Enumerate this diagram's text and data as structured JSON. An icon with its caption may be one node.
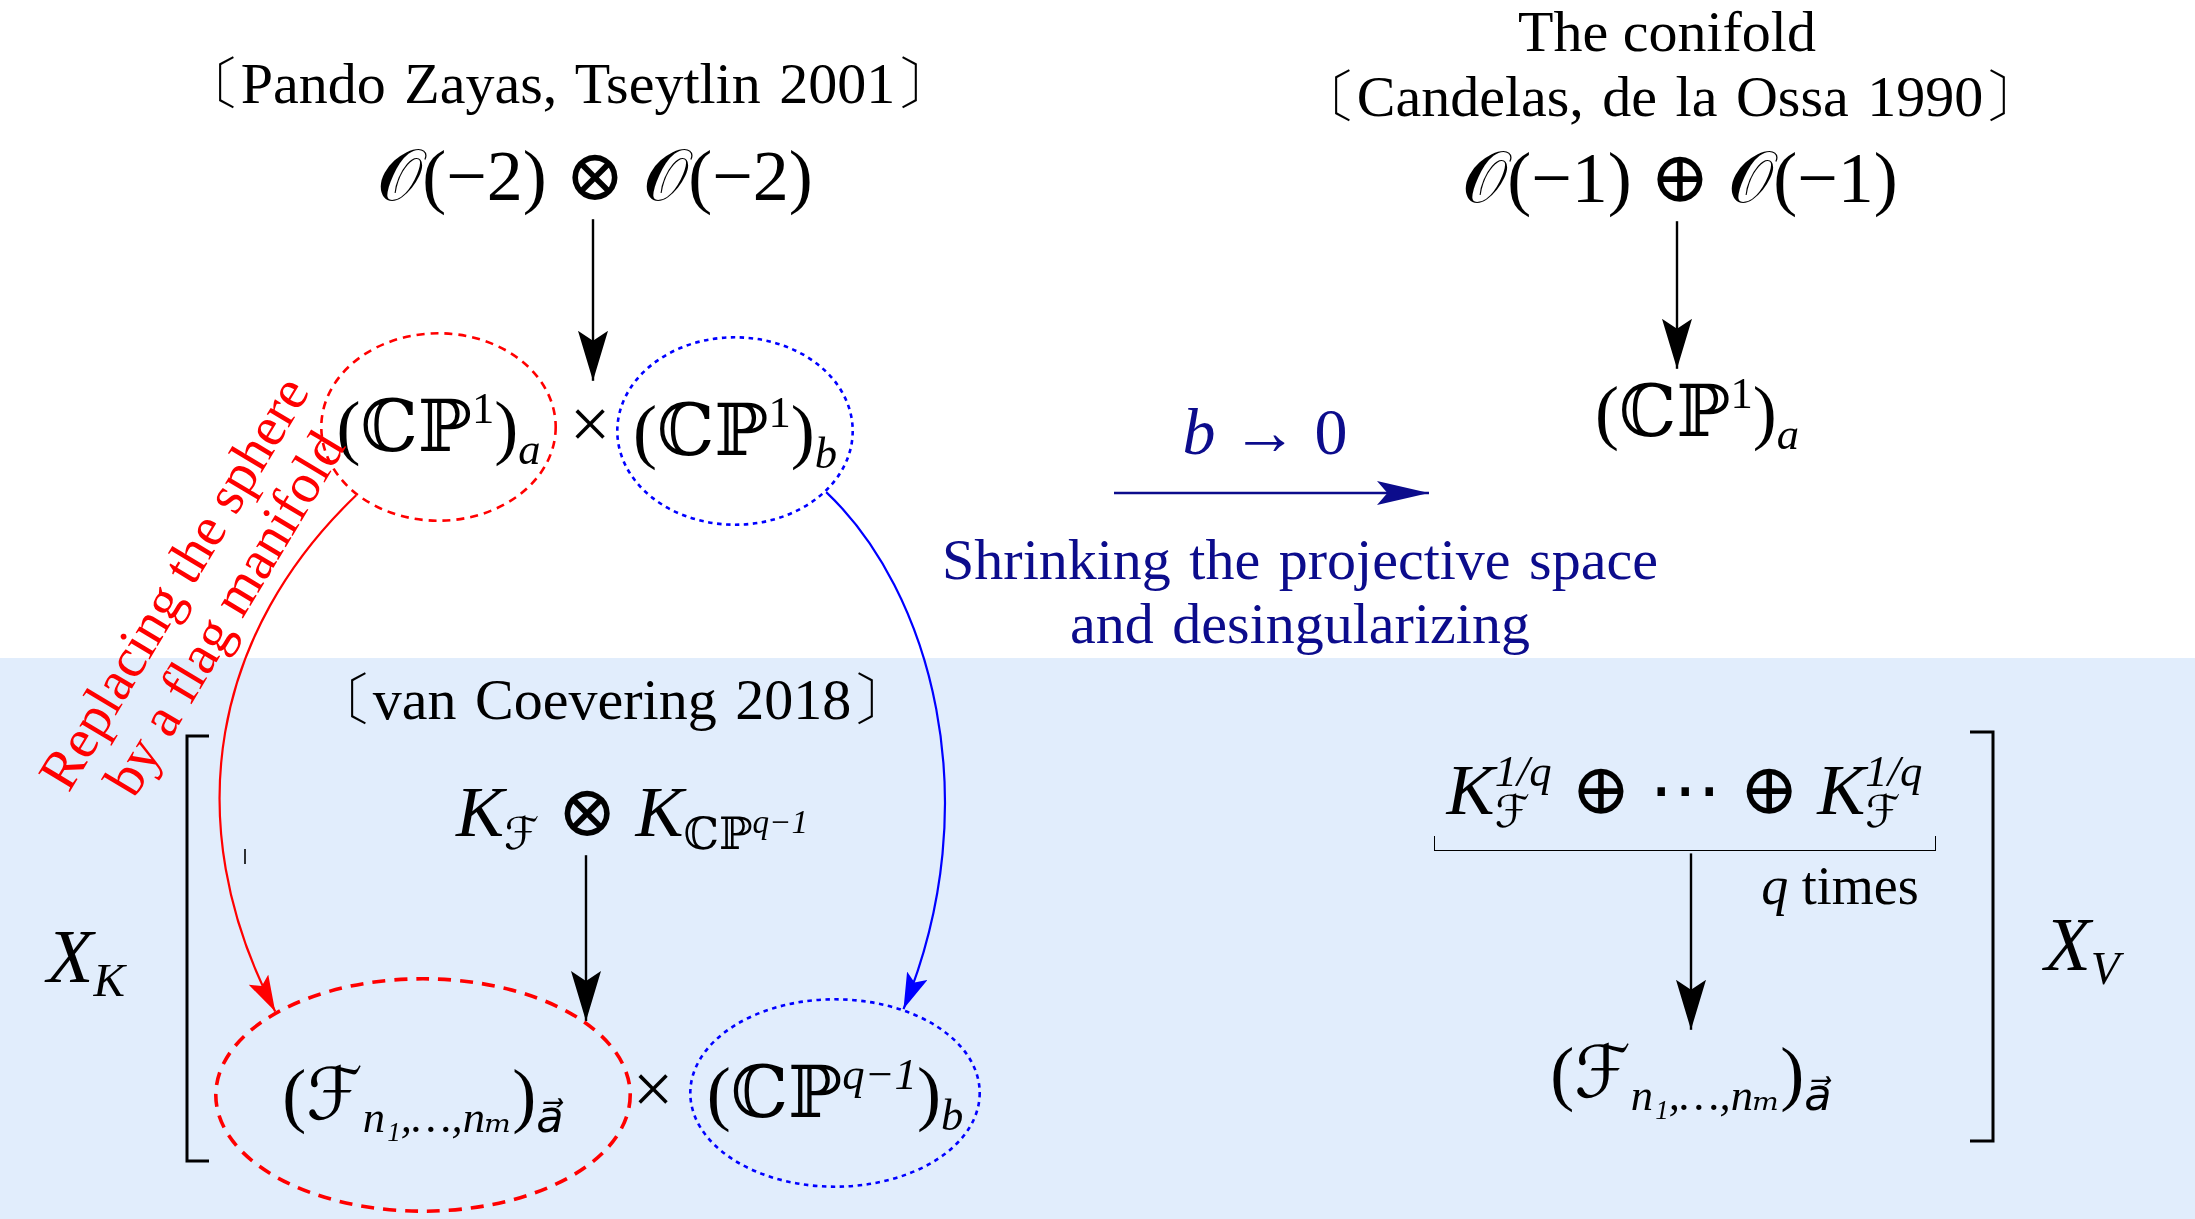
{
  "diagram": {
    "nodes": [
      {
        "text": [
          "𝒪(−2) ⊗ 𝒪(−2)"
        ]
      },
      {
        "text": [
          "(ℂℙ$^{1}$)$_{a}$"
        ]
      },
      {
        "text": [
          "×"
        ]
      },
      {
        "text": [
          "(ℂℙ$^{1}$)$_{b}$"
        ]
      },
      {
        "text": [
          "𝒪(−1) ⊕ 𝒪(−1)"
        ]
      },
      {
        "text": [
          "(ℂℙ$^{1}$)$_{a}$"
        ]
      },
      {
        "text": [],
        "shape": "band"
      },
      {
        "text": [
          "*K*$_{ℱ}$ ⊗ *K*$_{ℂℙ}$$^{q−1}$"
        ],
        "in": 6
      },
      {
        "text": [
          "(ℱ$_{n₁,…,nₘ}$)$_{a⃗}$"
        ],
        "in": 6
      },
      {
        "text": [
          "(ℂℙ$^{q−1}$)$_{b}$"
        ],
        "in": 6
      },
      {
        "text": [
          "*K*$^{1/q}$$_{ℱ}$ ⊕ ⋯ ⊕ *K*$^{1/q}$$_{ℱ}$"
        ],
        "beside": [
          "*q* times"
        ],
        "in": 6
      },
      {
        "text": [
          "(ℱ$_{n₁,…,nₘ}$)$_{a⃗}$"
        ],
        "in": 6
      }
    ],
    "edges": [
      {
        "from": 0,
        "to": 2,
        "arrow": "to"
      },
      {
        "from": 4,
        "to": 5,
        "arrow": "to"
      },
      {
        "from": 1,
        "to": 8,
        "arrow": "to",
        "color": "#ff0000"
      },
      {
        "from": 3,
        "to": 9,
        "arrow": "to",
        "color": "#0000ff"
      },
      {
        "from": 7,
        "to": 8,
        "arrow": "to"
      },
      {
        "from": 10,
        "to": 11,
        "arrow": "to"
      }
    ],
    "labels": [
      "〔Pando Zayas, Tseytlin 2001〕",
      "The conifold",
      "〔Candelas, de la Ossa 1990〕",
      "Replacing the sphere by a flag manifold",
      "*b* → 0",
      "Shrinking the projective space and desingularizing",
      "〔van Coevering 2018〕",
      "X$_{K}$",
      "×",
      "X$_{V}$"
    ]
  }
}
